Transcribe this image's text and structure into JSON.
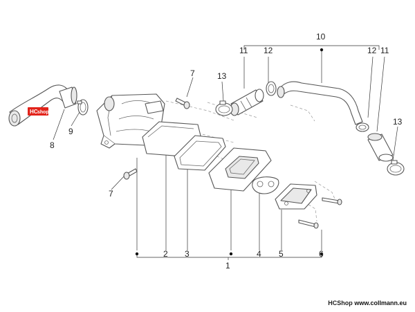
{
  "callouts": [
    "1",
    "2",
    "3",
    "4",
    "5",
    "6",
    "7",
    "7",
    "8",
    "9",
    "10",
    "11",
    "11",
    "12",
    "12",
    "13",
    "13"
  ],
  "badge": {
    "left": "HC",
    "right": "shop",
    "color": "#e2231a"
  },
  "footer": {
    "shop": "HCShop",
    "url": "www.collmann.eu"
  }
}
